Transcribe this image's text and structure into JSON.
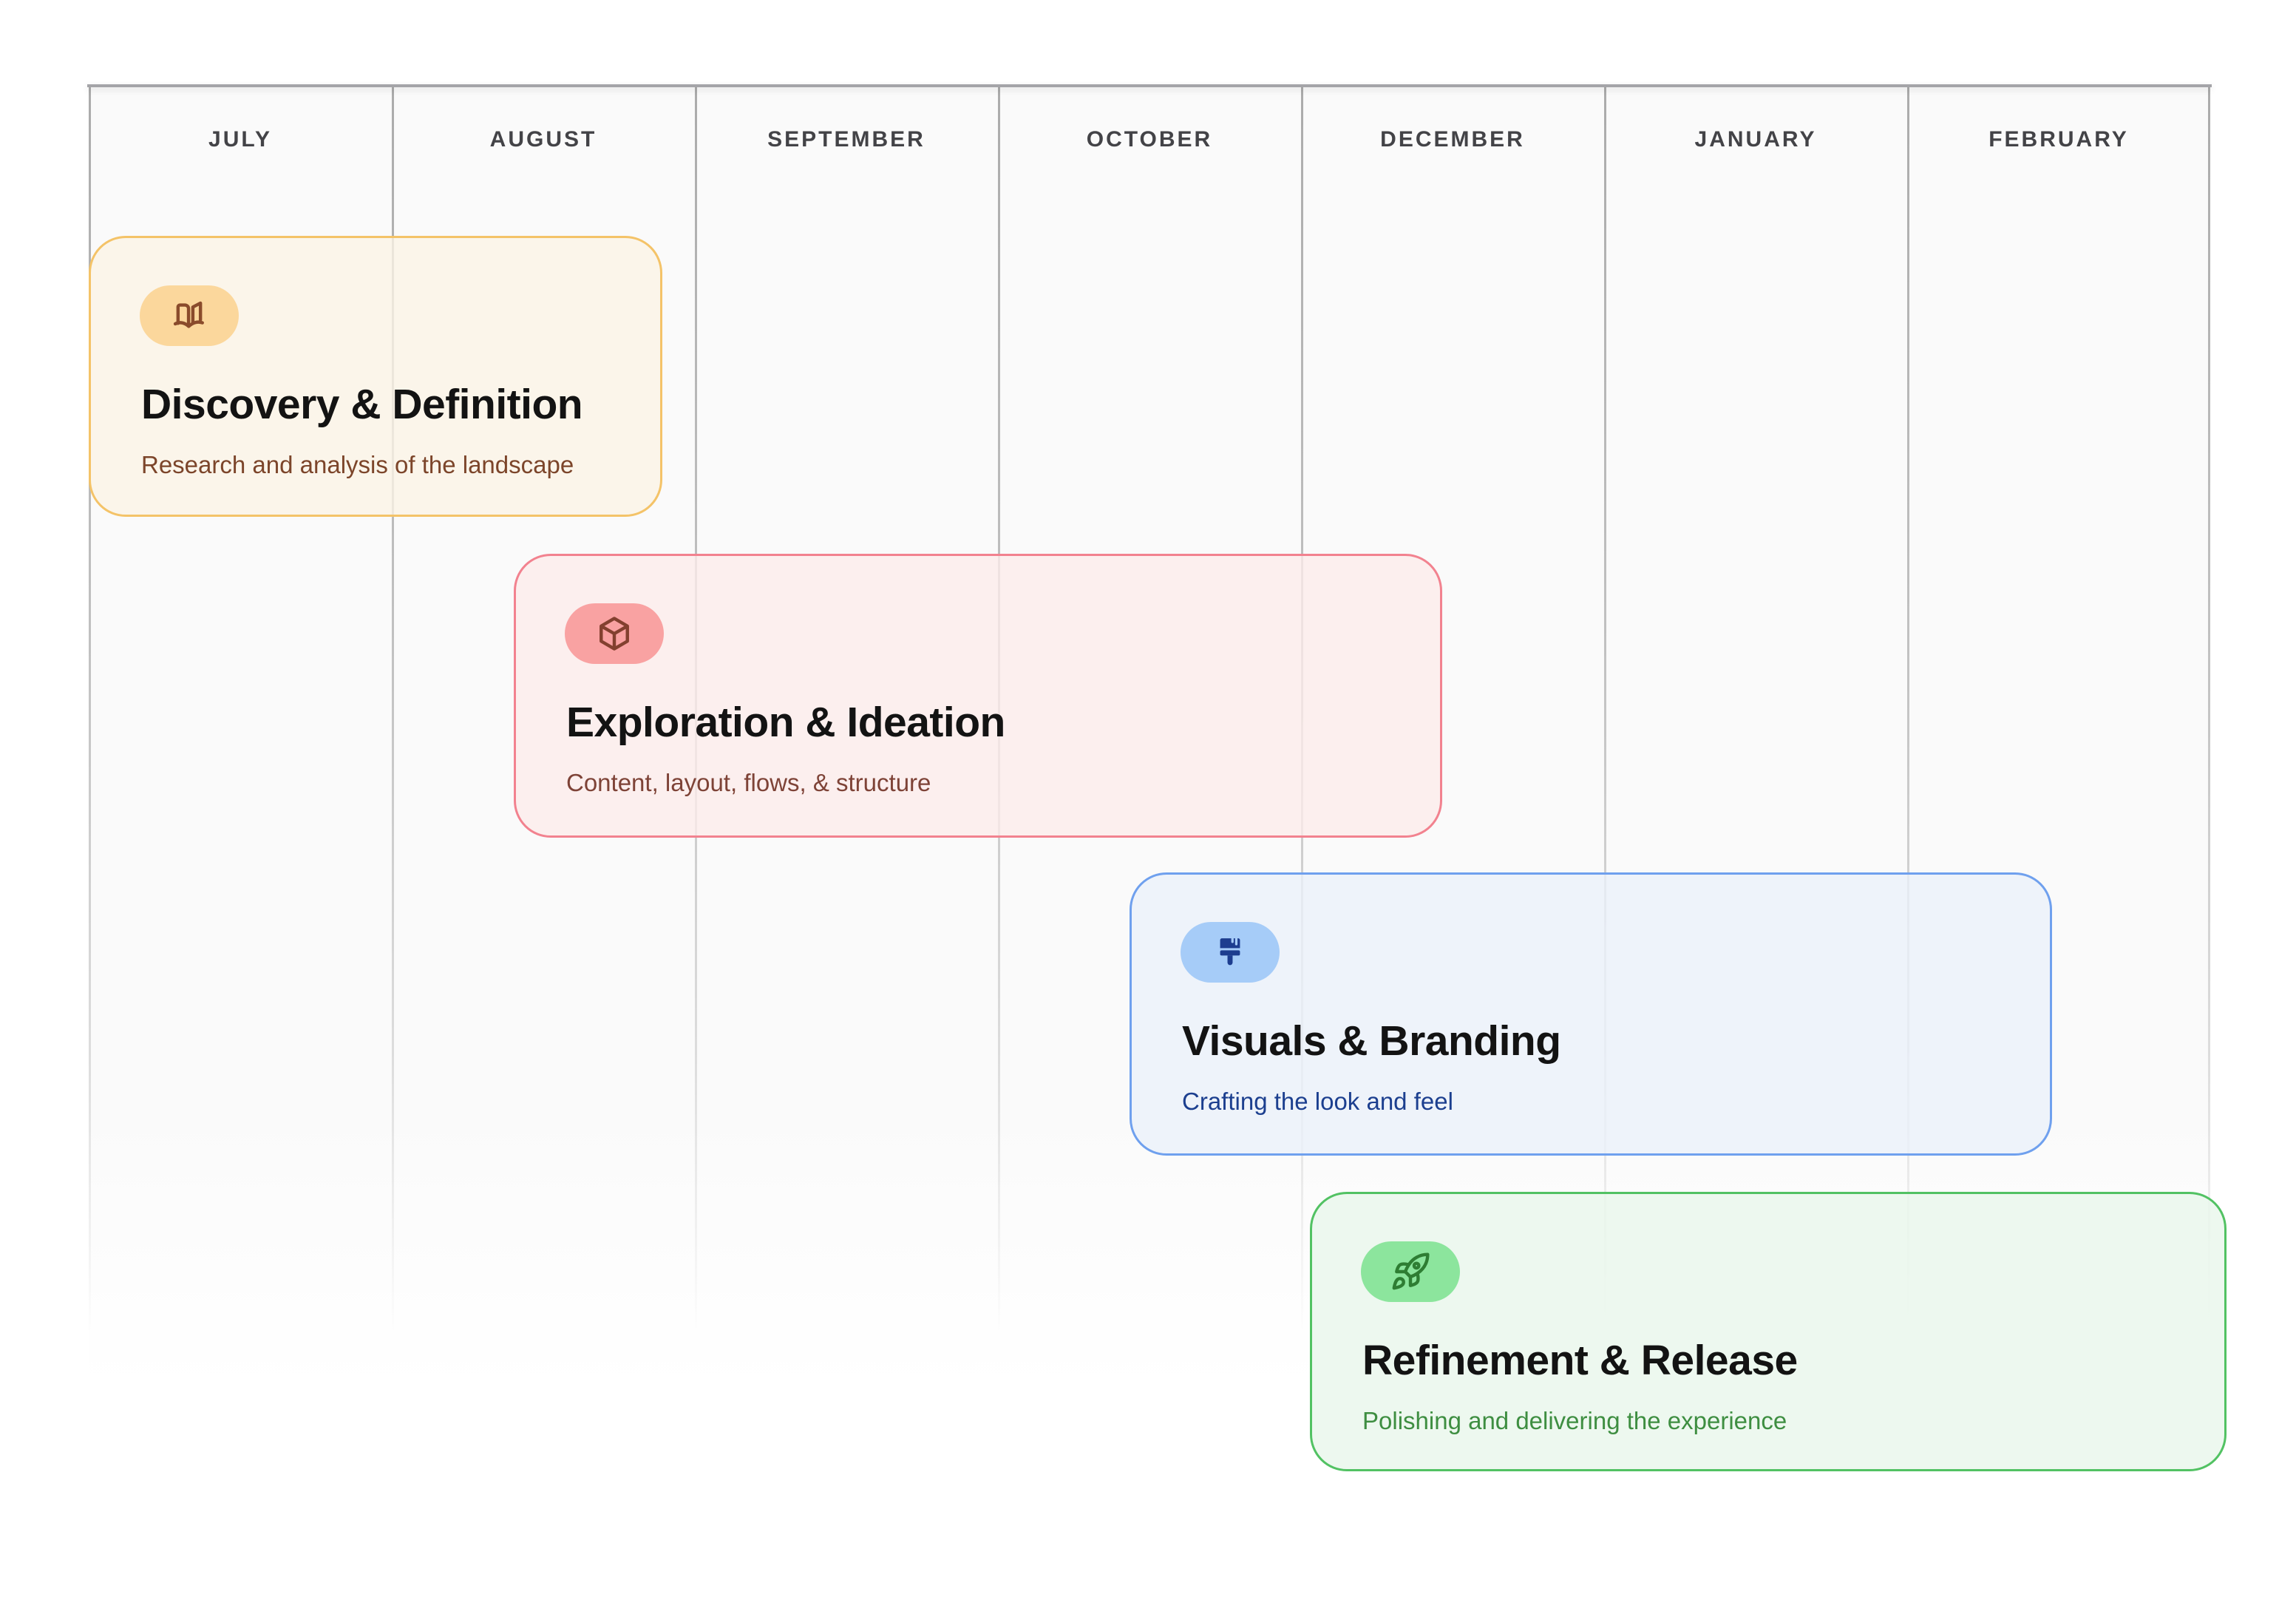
{
  "timeline": {
    "months": [
      "JULY",
      "AUGUST",
      "SEPTEMBER",
      "OCTOBER",
      "DECEMBER",
      "JANUARY",
      "FEBRUARY"
    ],
    "phases": [
      {
        "title": "Discovery & Definition",
        "subtitle": "Research and analysis of the landscape",
        "icon": "book-open-icon",
        "card_bg": "#FBF3E8",
        "border_color": "#F4C368",
        "badge_bg": "#FBD79C",
        "icon_color": "#8A4B2B",
        "subtitle_color": "#7C452A",
        "months_spanned": [
          "JULY",
          "AUGUST"
        ]
      },
      {
        "title": "Exploration & Ideation",
        "subtitle": "Content, layout, flows, & structure",
        "icon": "box-icon",
        "card_bg": "#FCEDEC",
        "border_color": "#F2828F",
        "badge_bg": "#F9A2A2",
        "icon_color": "#83402F",
        "subtitle_color": "#7E4337",
        "months_spanned": [
          "AUGUST",
          "SEPTEMBER",
          "OCTOBER",
          "DECEMBER"
        ]
      },
      {
        "title": "Visuals & Branding",
        "subtitle": "Crafting the look and feel",
        "icon": "paintbrush-icon",
        "card_bg": "#EBF2FB",
        "border_color": "#6FA0EE",
        "badge_bg": "#A6CCF8",
        "icon_color": "#1D3D8F",
        "subtitle_color": "#1C3F8F",
        "months_spanned": [
          "OCTOBER",
          "DECEMBER",
          "JANUARY",
          "FEBRUARY"
        ]
      },
      {
        "title": "Refinement & Release",
        "subtitle": "Polishing and delivering the experience",
        "icon": "rocket-icon",
        "card_bg": "#EAF6EB",
        "border_color": "#52C263",
        "badge_bg": "#8CE59D",
        "icon_color": "#2E7D33",
        "subtitle_color": "#3E8E41",
        "months_spanned": [
          "DECEMBER",
          "JANUARY",
          "FEBRUARY"
        ]
      }
    ]
  }
}
